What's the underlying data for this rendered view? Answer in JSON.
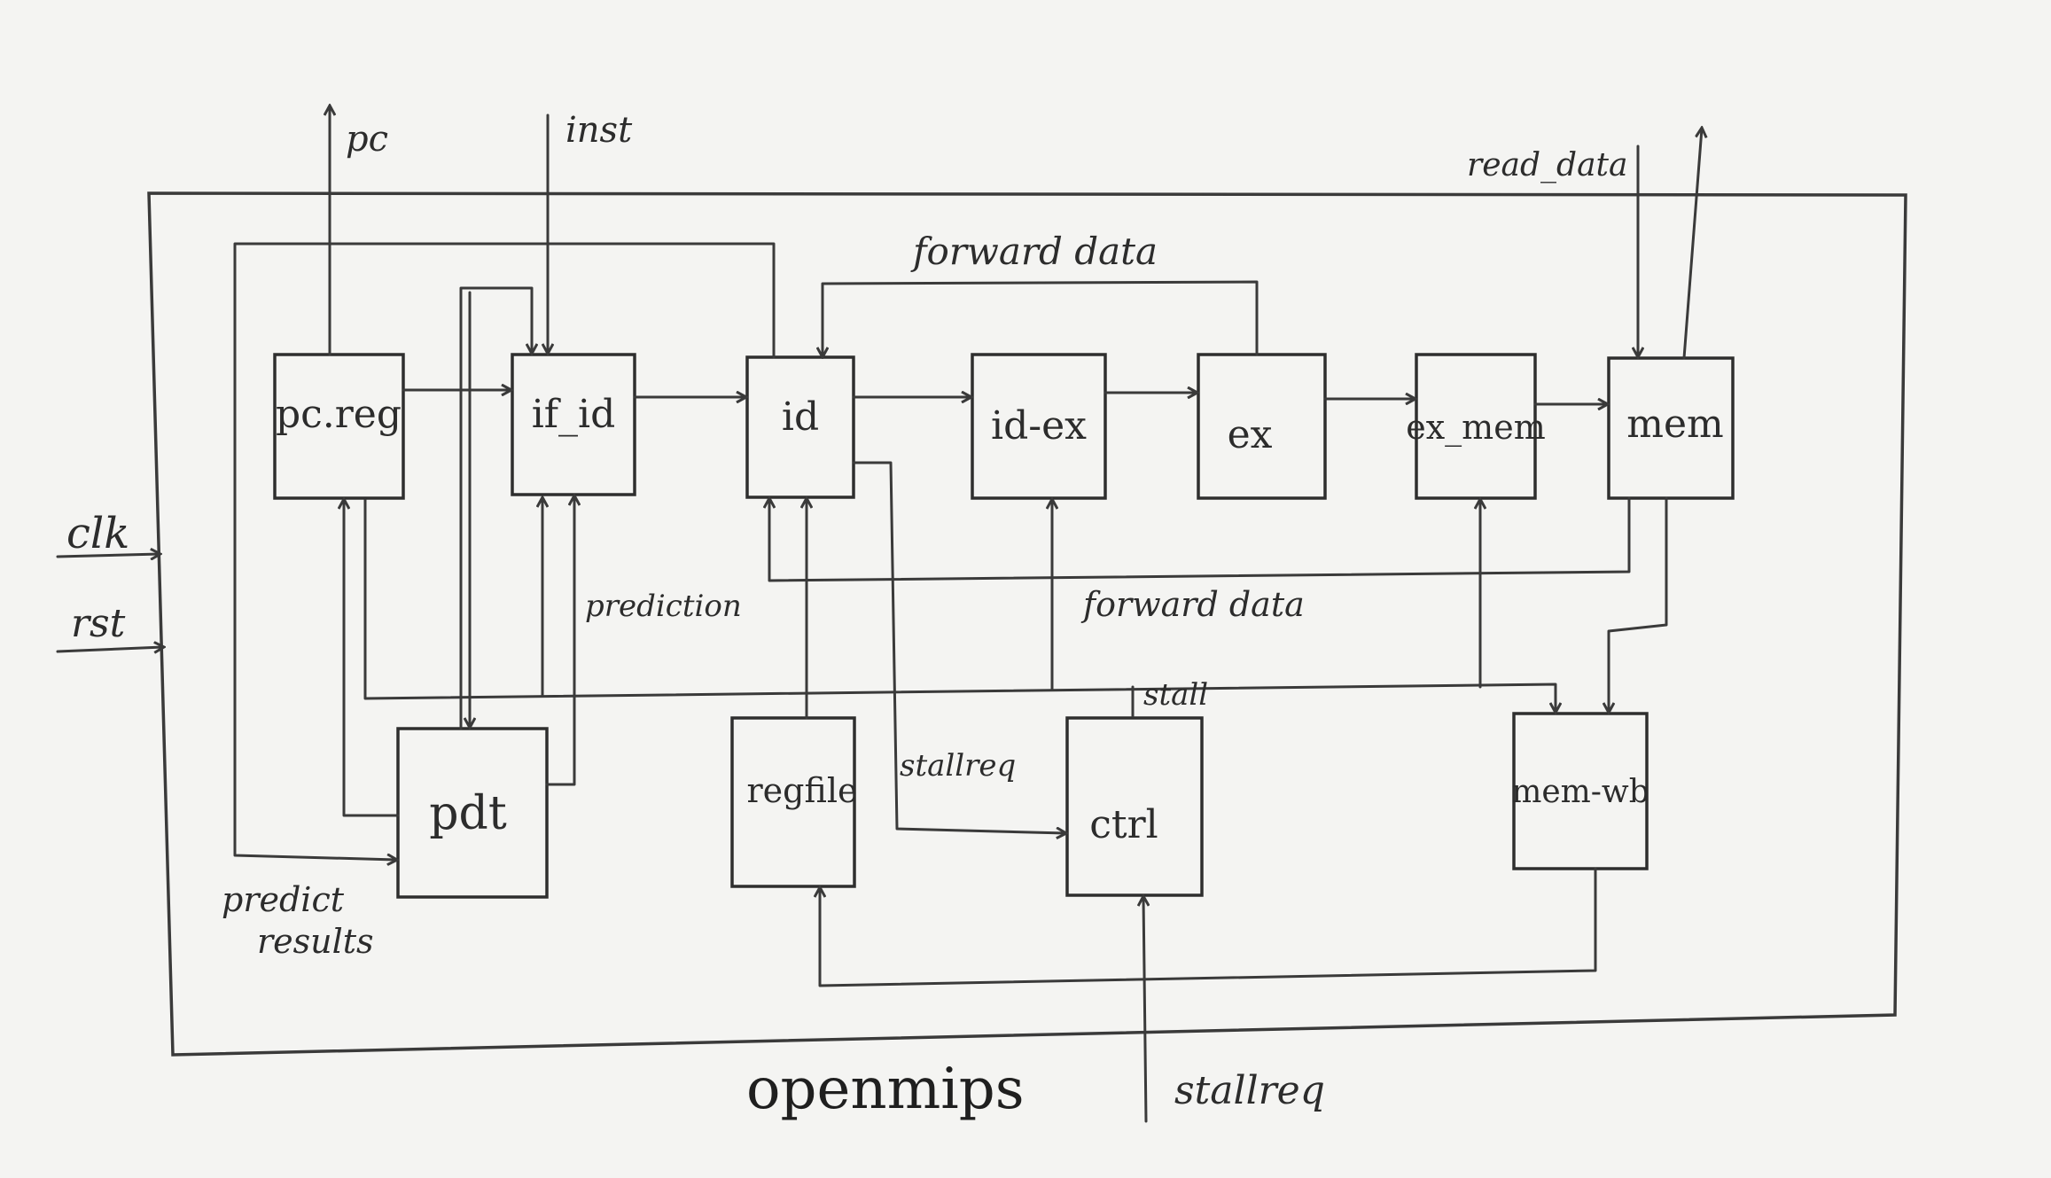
{
  "title": "openmips",
  "blocks": {
    "pc_reg": "pc.reg",
    "if_id": "if_id",
    "id": "id",
    "id_ex": "id-ex",
    "ex": "ex",
    "ex_mem": "ex_mem",
    "mem": "mem",
    "mem_wb": "mem-wb",
    "pdt": "pdt",
    "regfile": "regfile",
    "ctrl": "ctrl"
  },
  "signals": {
    "pc": "pc",
    "inst": "inst",
    "read_data": "read_data",
    "clk": "clk",
    "rst": "rst",
    "forward_data_top": "forward data",
    "forward_data_mid": "forward data",
    "prediction": "prediction",
    "stall": "stall",
    "stallreq_id": "stallreq",
    "stallreq_ext": "stallreq",
    "predict": "predict",
    "results": "results"
  }
}
